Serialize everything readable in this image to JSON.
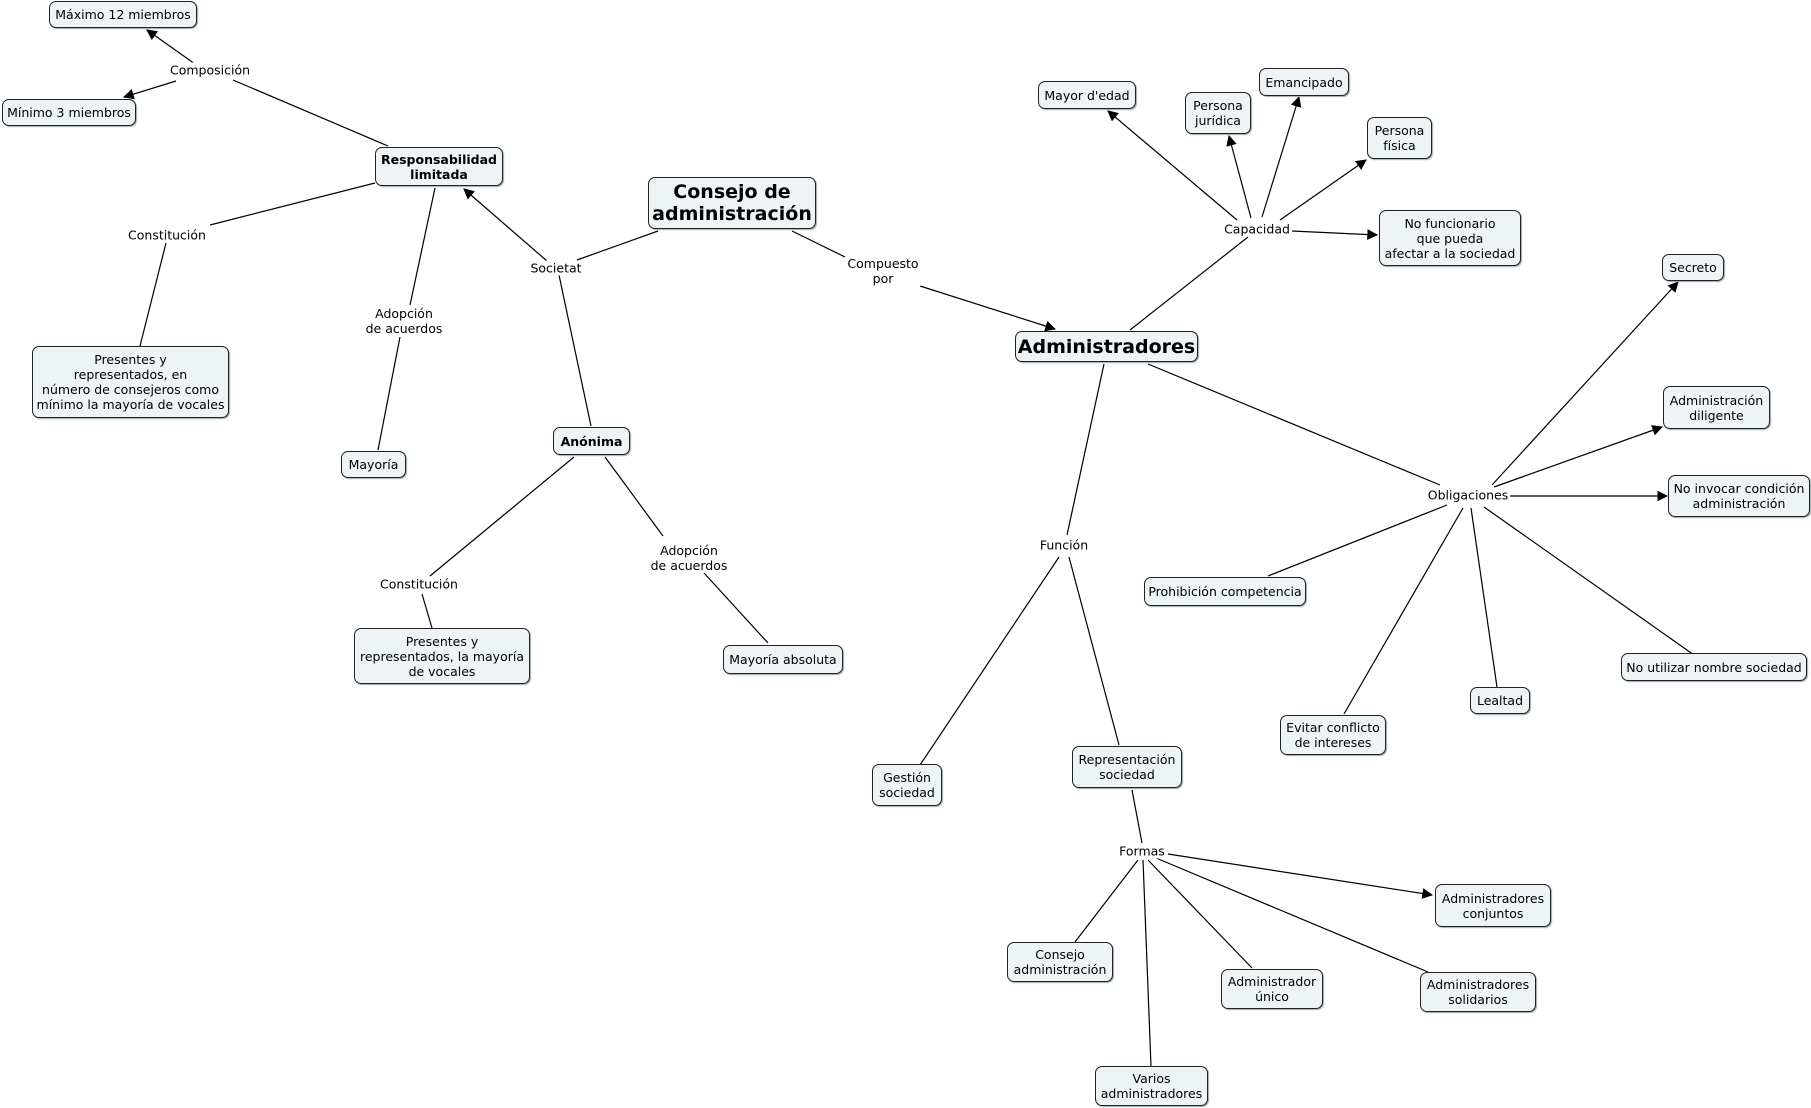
{
  "concepts": {
    "consejo": "Consejo de\nadministración",
    "responsabilidad": "Responsabilidad\nlimitada",
    "max12": "Máximo 12 miembros",
    "min3": "Mínimo 3 miembros",
    "presentes_rl": "Presentes y\nrepresentados, en\nnúmero de consejeros como\nmínimo la mayoría de vocales",
    "mayoria": "Mayoría",
    "anonima": "Anónima",
    "presentes_an": "Presentes y\nrepresentados, la mayoría\nde vocales",
    "mayoria_abs": "Mayoría absoluta",
    "administradores": "Administradores",
    "mayor_edad": "Mayor d'edad",
    "persona_juridica": "Persona\njurídica",
    "emancipado": "Emancipado",
    "persona_fisica": "Persona\nfísica",
    "no_funcionario": "No funcionario\nque pueda\nafectar a la sociedad",
    "secreto": "Secreto",
    "admin_diligente": "Administración\ndiligente",
    "no_invocar": "No invocar condición\nadministración",
    "no_utilizar": "No utilizar nombre sociedad",
    "prohibicion": "Prohibición competencia",
    "evitar": "Evitar conflicto\nde intereses",
    "lealtad": "Lealtad",
    "gestion": "Gestión\nsociedad",
    "representacion": "Representación\nsociedad",
    "consejo_adm": "Consejo\nadministración",
    "varios": "Varios\nadministradores",
    "unico": "Administrador\núnico",
    "solidarios": "Administradores\nsolidarios",
    "conjuntos": "Administradores\nconjuntos"
  },
  "linking_phrases": {
    "composicion": "Composición",
    "constitucion_rl": "Constitución",
    "adopcion_rl": "Adopción\nde acuerdos",
    "societat": "Societat",
    "constitucion_an": "Constitución",
    "adopcion_an": "Adopción\nde acuerdos",
    "compuesto": "Compuesto\npor",
    "capacidad": "Capacidad",
    "obligaciones": "Obligaciones",
    "funcion": "Función",
    "formas": "Formas"
  },
  "colors": {
    "node_fill": "#eef3f5",
    "node_border": "#222222",
    "line": "#000000"
  }
}
